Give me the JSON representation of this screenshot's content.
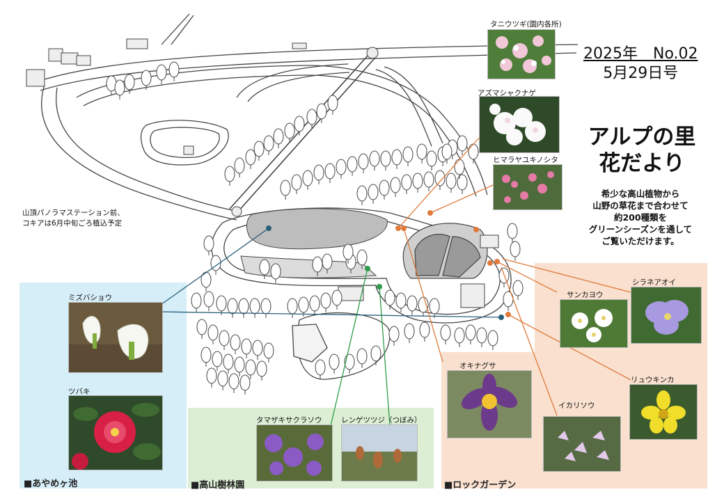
{
  "issue": {
    "line1": "2025年　No.02",
    "line2": "5月29日号"
  },
  "title": {
    "line1": "アルプの里",
    "line2": "花だより"
  },
  "intro": [
    "希少な高山植物から",
    "山野の草花まで合わせて",
    "約200種類を",
    "グリーンシーズンを通して",
    "ご覧いただけます。"
  ],
  "note": {
    "line1": "山頂パノラマステーション前、",
    "line2": "コキアは6月中旬ごろ植込予定"
  },
  "zones": {
    "ayame": {
      "label": "■あやめヶ池",
      "color": "#d6eef8"
    },
    "kozan": {
      "label": "■高山樹林園",
      "color": "#dcefd5"
    },
    "rock": {
      "label": "■ロックガーデン",
      "color": "#f9e0cf"
    }
  },
  "flowers": {
    "taniutsugi": "タニウツギ(園内各所)",
    "azuma": "アズマシャクナゲ",
    "himalaya": "ヒマラヤユキノシタ",
    "mizubasho": "ミズバショウ",
    "tsubaki": "ツバキ",
    "tamazaki": "タマザキサクラソウ",
    "rengetsutsuji": "レンゲツツジ（つぼみ）",
    "okinagusa": "オキナグサ",
    "ikariso": "イカリソウ",
    "sankayo": "サンカヨウ",
    "shiraneaoi": "シラネアオイ",
    "ryukinka": "リュウキンカ"
  },
  "colors": {
    "ayame_line": "#2a5f7a",
    "kozan_line": "#2e9a4a",
    "rock_line": "#e07a3a"
  }
}
